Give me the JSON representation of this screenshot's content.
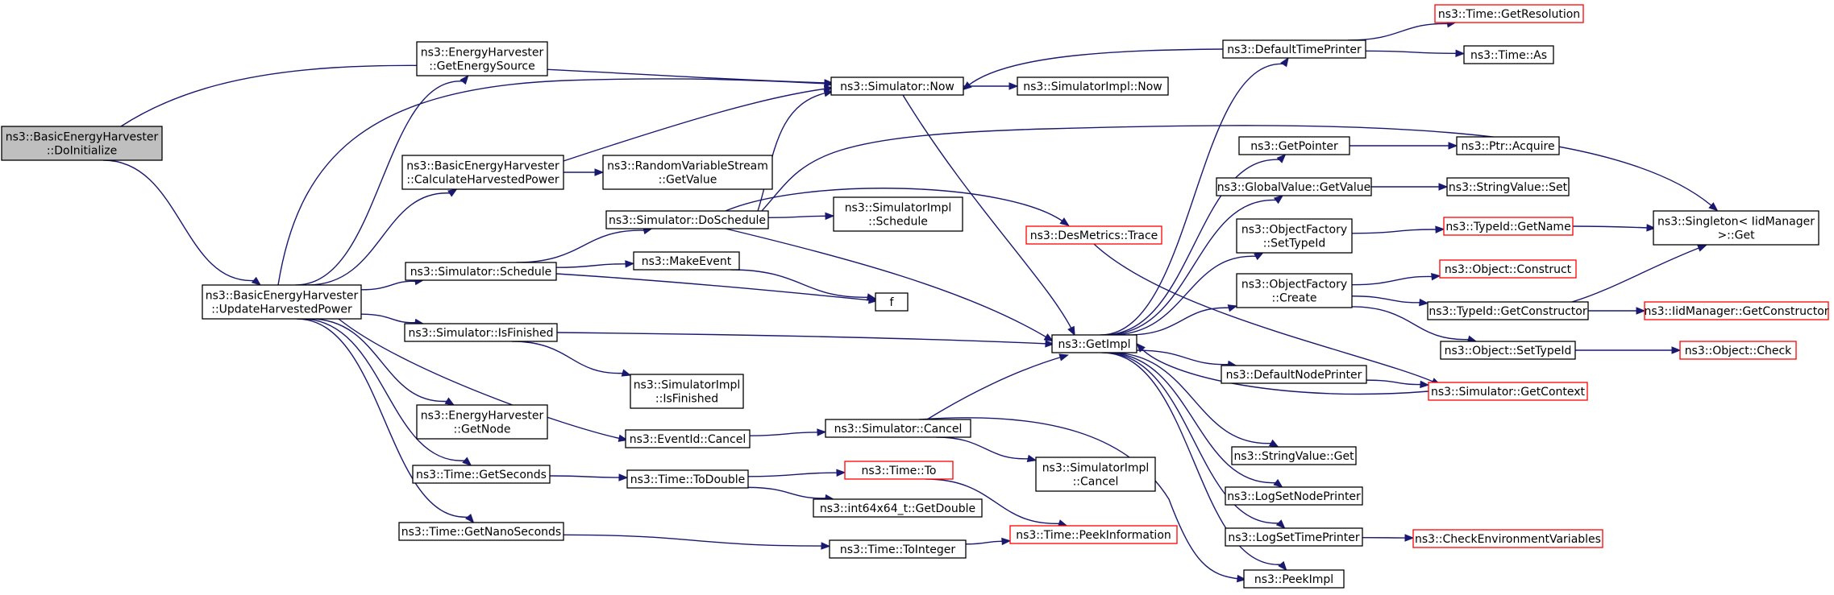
{
  "graph": {
    "colors": {
      "edge": "#191970",
      "truncated_border": "#ff0000",
      "root_fill": "#bfbfbf",
      "node_border": "#000000"
    },
    "nodes": [
      {
        "id": "n0",
        "lines": [
          "ns3::BasicEnergyHarvester",
          "::DoInitialize"
        ],
        "root": true
      },
      {
        "id": "n1",
        "lines": [
          "ns3::BasicEnergyHarvester",
          "::UpdateHarvestedPower"
        ]
      },
      {
        "id": "n2",
        "lines": [
          "ns3::EnergyHarvester",
          "::GetEnergySource"
        ]
      },
      {
        "id": "n3",
        "lines": [
          "ns3::BasicEnergyHarvester",
          "::CalculateHarvestedPower"
        ]
      },
      {
        "id": "n4",
        "lines": [
          "ns3::Simulator::Schedule"
        ]
      },
      {
        "id": "n5",
        "lines": [
          "ns3::Simulator::IsFinished"
        ]
      },
      {
        "id": "n6",
        "lines": [
          "ns3::EnergyHarvester",
          "::GetNode"
        ]
      },
      {
        "id": "n7",
        "lines": [
          "ns3::Time::GetSeconds"
        ]
      },
      {
        "id": "n8",
        "lines": [
          "ns3::Time::GetNanoSeconds"
        ]
      },
      {
        "id": "n9",
        "lines": [
          "ns3::Simulator::Now"
        ]
      },
      {
        "id": "n10",
        "lines": [
          "ns3::RandomVariableStream",
          "::GetValue"
        ]
      },
      {
        "id": "n11",
        "lines": [
          "ns3::Simulator::DoSchedule"
        ]
      },
      {
        "id": "n12",
        "lines": [
          "ns3::MakeEvent"
        ]
      },
      {
        "id": "n13",
        "lines": [
          "f"
        ]
      },
      {
        "id": "n14",
        "lines": [
          "ns3::SimulatorImpl",
          "::IsFinished"
        ]
      },
      {
        "id": "n15",
        "lines": [
          "ns3::EventId::Cancel"
        ]
      },
      {
        "id": "n16",
        "lines": [
          "ns3::Time::ToDouble"
        ]
      },
      {
        "id": "n17",
        "lines": [
          "ns3::Time::ToInteger"
        ]
      },
      {
        "id": "n18",
        "lines": [
          "ns3::SimulatorImpl::Now"
        ]
      },
      {
        "id": "n19",
        "lines": [
          "ns3::SimulatorImpl",
          "::Schedule"
        ]
      },
      {
        "id": "n20",
        "lines": [
          "ns3::DesMetrics::Trace"
        ],
        "truncated": true
      },
      {
        "id": "n21",
        "lines": [
          "ns3::Simulator::Cancel"
        ]
      },
      {
        "id": "n22",
        "lines": [
          "ns3::Time::To"
        ],
        "truncated": true
      },
      {
        "id": "n23",
        "lines": [
          "ns3::int64x64_t::GetDouble"
        ]
      },
      {
        "id": "n24",
        "lines": [
          "ns3::SimulatorImpl",
          "::Cancel"
        ]
      },
      {
        "id": "n25",
        "lines": [
          "ns3::Time::PeekInformation"
        ],
        "truncated": true
      },
      {
        "id": "n26",
        "lines": [
          "ns3::GetImpl"
        ]
      },
      {
        "id": "n27",
        "lines": [
          "ns3::DefaultTimePrinter"
        ]
      },
      {
        "id": "n28",
        "lines": [
          "ns3::GetPointer"
        ]
      },
      {
        "id": "n29",
        "lines": [
          "ns3::GlobalValue::GetValue"
        ]
      },
      {
        "id": "n30",
        "lines": [
          "ns3::ObjectFactory",
          "::SetTypeId"
        ]
      },
      {
        "id": "n31",
        "lines": [
          "ns3::ObjectFactory",
          "::Create"
        ]
      },
      {
        "id": "n32",
        "lines": [
          "ns3::DefaultNodePrinter"
        ]
      },
      {
        "id": "n33",
        "lines": [
          "ns3::StringValue::Get"
        ]
      },
      {
        "id": "n34",
        "lines": [
          "ns3::LogSetNodePrinter"
        ]
      },
      {
        "id": "n35",
        "lines": [
          "ns3::LogSetTimePrinter"
        ]
      },
      {
        "id": "n36",
        "lines": [
          "ns3::PeekImpl"
        ]
      },
      {
        "id": "n37",
        "lines": [
          "ns3::Time::GetResolution"
        ],
        "truncated": true
      },
      {
        "id": "n38",
        "lines": [
          "ns3::Time::As"
        ]
      },
      {
        "id": "n39",
        "lines": [
          "ns3::Ptr::Acquire"
        ]
      },
      {
        "id": "n40",
        "lines": [
          "ns3::StringValue::Set"
        ]
      },
      {
        "id": "n41",
        "lines": [
          "ns3::TypeId::GetName"
        ],
        "truncated": true
      },
      {
        "id": "n42",
        "lines": [
          "ns3::Object::Construct"
        ],
        "truncated": true
      },
      {
        "id": "n43",
        "lines": [
          "ns3::TypeId::GetConstructor"
        ]
      },
      {
        "id": "n44",
        "lines": [
          "ns3::Object::SetTypeId"
        ]
      },
      {
        "id": "n45",
        "lines": [
          "ns3::Simulator::GetContext"
        ],
        "truncated": true
      },
      {
        "id": "n46",
        "lines": [
          "ns3::CheckEnvironmentVariables"
        ],
        "truncated": true
      },
      {
        "id": "n47",
        "lines": [
          "ns3::Singleton< IidManager",
          " >::Get"
        ]
      },
      {
        "id": "n48",
        "lines": [
          "ns3::IidManager::GetConstructor"
        ],
        "truncated": true
      },
      {
        "id": "n49",
        "lines": [
          "ns3::Object::Check"
        ],
        "truncated": true
      }
    ],
    "edges": [
      [
        "n0",
        "n1"
      ],
      [
        "n0",
        "n9"
      ],
      [
        "n1",
        "n2"
      ],
      [
        "n1",
        "n3"
      ],
      [
        "n1",
        "n4"
      ],
      [
        "n1",
        "n5"
      ],
      [
        "n1",
        "n6"
      ],
      [
        "n1",
        "n7"
      ],
      [
        "n1",
        "n8"
      ],
      [
        "n1",
        "n9"
      ],
      [
        "n1",
        "n15"
      ],
      [
        "n3",
        "n9"
      ],
      [
        "n3",
        "n10"
      ],
      [
        "n4",
        "n11"
      ],
      [
        "n4",
        "n12"
      ],
      [
        "n4",
        "n13"
      ],
      [
        "n5",
        "n26"
      ],
      [
        "n5",
        "n14"
      ],
      [
        "n7",
        "n16"
      ],
      [
        "n8",
        "n17"
      ],
      [
        "n9",
        "n18"
      ],
      [
        "n9",
        "n26"
      ],
      [
        "n11",
        "n9"
      ],
      [
        "n11",
        "n19"
      ],
      [
        "n11",
        "n20"
      ],
      [
        "n11",
        "n26"
      ],
      [
        "n11",
        "n47"
      ],
      [
        "n12",
        "n13"
      ],
      [
        "n15",
        "n21"
      ],
      [
        "n16",
        "n22"
      ],
      [
        "n16",
        "n23"
      ],
      [
        "n17",
        "n25"
      ],
      [
        "n20",
        "n45"
      ],
      [
        "n21",
        "n26"
      ],
      [
        "n21",
        "n24"
      ],
      [
        "n21",
        "n36"
      ],
      [
        "n22",
        "n25"
      ],
      [
        "n26",
        "n27"
      ],
      [
        "n26",
        "n28"
      ],
      [
        "n26",
        "n29"
      ],
      [
        "n26",
        "n30"
      ],
      [
        "n26",
        "n31"
      ],
      [
        "n26",
        "n32"
      ],
      [
        "n26",
        "n33"
      ],
      [
        "n26",
        "n34"
      ],
      [
        "n26",
        "n35"
      ],
      [
        "n26",
        "n36"
      ],
      [
        "n27",
        "n9"
      ],
      [
        "n27",
        "n37"
      ],
      [
        "n27",
        "n38"
      ],
      [
        "n28",
        "n39"
      ],
      [
        "n29",
        "n40"
      ],
      [
        "n30",
        "n41"
      ],
      [
        "n31",
        "n42"
      ],
      [
        "n31",
        "n43"
      ],
      [
        "n31",
        "n44"
      ],
      [
        "n31",
        "n47"
      ],
      [
        "n32",
        "n45"
      ],
      [
        "n35",
        "n46"
      ],
      [
        "n41",
        "n47"
      ],
      [
        "n43",
        "n48"
      ],
      [
        "n44",
        "n49"
      ],
      [
        "n45",
        "n26"
      ]
    ]
  }
}
